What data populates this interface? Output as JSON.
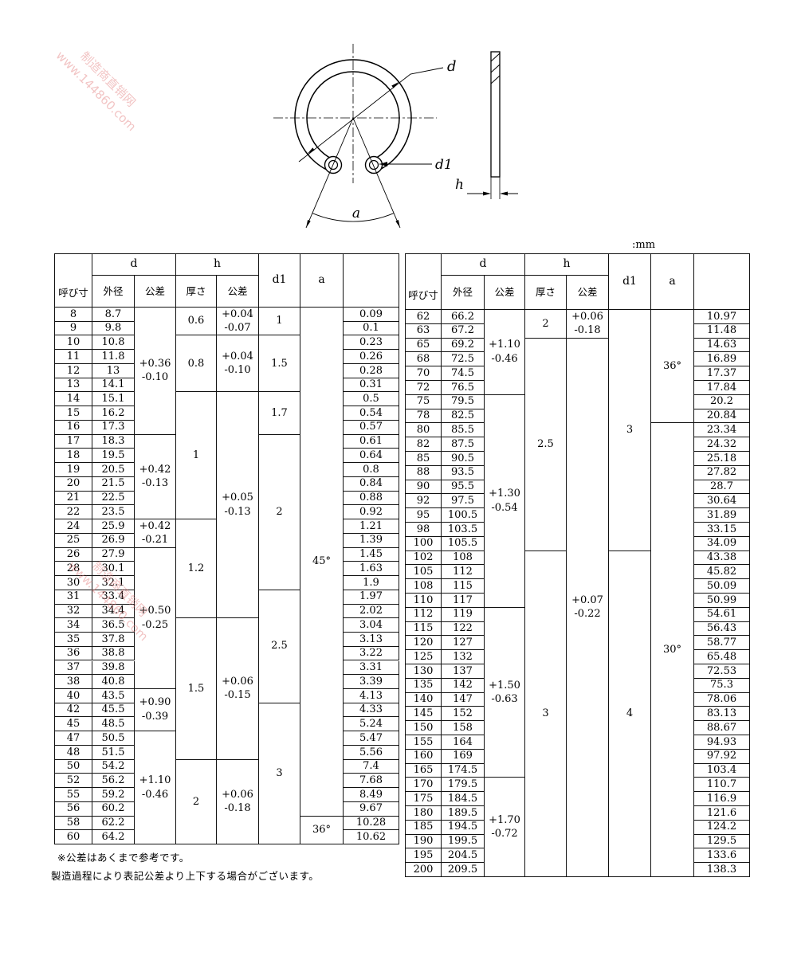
{
  "unit_label": ":mm",
  "footnotes": [
    "※公差はあくまで参考です。",
    "製造過程により表記公差より上下する場合がございます。"
  ],
  "watermark": {
    "line1": "制造商直销网",
    "line2": "www.144860.com"
  },
  "drawing": {
    "labels": {
      "d": "d",
      "d1": "d1",
      "a": "a",
      "h": "h"
    }
  },
  "headers": {
    "nominal": "呼び寸",
    "d": "d",
    "h": "h",
    "od": "外径",
    "tolerance": "公差",
    "thickness": "厚さ",
    "d1": "d1",
    "a": "a",
    "blank": ""
  },
  "tables": [
    {
      "name": "spec-table-left",
      "rows": [
        [
          "8",
          "8.7",
          "0.09"
        ],
        [
          "9",
          "9.8",
          "0.1"
        ],
        [
          "10",
          "10.8",
          "0.23"
        ],
        [
          "11",
          "11.8",
          "0.26"
        ],
        [
          "12",
          "13",
          "0.28"
        ],
        [
          "13",
          "14.1",
          "0.31"
        ],
        [
          "14",
          "15.1",
          "0.5"
        ],
        [
          "15",
          "16.2",
          "0.54"
        ],
        [
          "16",
          "17.3",
          "0.57"
        ],
        [
          "17",
          "18.3",
          "0.61"
        ],
        [
          "18",
          "19.5",
          "0.64"
        ],
        [
          "19",
          "20.5",
          "0.8"
        ],
        [
          "20",
          "21.5",
          "0.84"
        ],
        [
          "21",
          "22.5",
          "0.88"
        ],
        [
          "22",
          "23.5",
          "0.92"
        ],
        [
          "24",
          "25.9",
          "1.21"
        ],
        [
          "25",
          "26.9",
          "1.39"
        ],
        [
          "26",
          "27.9",
          "1.45"
        ],
        [
          "28",
          "30.1",
          "1.63"
        ],
        [
          "30",
          "32.1",
          "1.9"
        ],
        [
          "31",
          "33.4",
          "1.97"
        ],
        [
          "32",
          "34.4",
          "2.02"
        ],
        [
          "34",
          "36.5",
          "3.04"
        ],
        [
          "35",
          "37.8",
          "3.13"
        ],
        [
          "36",
          "38.8",
          "3.22"
        ],
        [
          "37",
          "39.8",
          "3.31"
        ],
        [
          "38",
          "40.8",
          "3.39"
        ],
        [
          "40",
          "43.5",
          "4.13"
        ],
        [
          "42",
          "45.5",
          "4.33"
        ],
        [
          "45",
          "48.5",
          "5.24"
        ],
        [
          "47",
          "50.5",
          "5.47"
        ],
        [
          "48",
          "51.5",
          "5.56"
        ],
        [
          "50",
          "54.2",
          "7.4"
        ],
        [
          "52",
          "56.2",
          "7.68"
        ],
        [
          "55",
          "59.2",
          "8.49"
        ],
        [
          "56",
          "60.2",
          "9.67"
        ],
        [
          "58",
          "62.2",
          "10.28"
        ],
        [
          "60",
          "64.2",
          "10.62"
        ]
      ],
      "d_tolerance": [
        {
          "from": 0,
          "to": 8,
          "text": [
            "+0.36",
            "-0.10"
          ]
        },
        {
          "from": 9,
          "to": 14,
          "text": [
            "+0.42",
            "-0.13"
          ]
        },
        {
          "from": 15,
          "to": 16,
          "text": [
            "+0.42",
            "-0.21"
          ]
        },
        {
          "from": 17,
          "to": 26,
          "text": [
            "+0.50",
            "-0.25"
          ]
        },
        {
          "from": 27,
          "to": 29,
          "text": [
            "+0.90",
            "-0.39"
          ]
        },
        {
          "from": 30,
          "to": 37,
          "text": [
            "+1.10",
            "-0.46"
          ]
        }
      ],
      "thickness": [
        {
          "from": 0,
          "to": 1,
          "text": "0.6"
        },
        {
          "from": 2,
          "to": 5,
          "text": "0.8"
        },
        {
          "from": 6,
          "to": 14,
          "text": "1"
        },
        {
          "from": 15,
          "to": 21,
          "text": "1.2"
        },
        {
          "from": 22,
          "to": 31,
          "text": "1.5"
        },
        {
          "from": 32,
          "to": 37,
          "text": "2"
        }
      ],
      "h_tolerance": [
        {
          "from": 0,
          "to": 1,
          "text": [
            "+0.04",
            "-0.07"
          ]
        },
        {
          "from": 2,
          "to": 5,
          "text": [
            "+0.04",
            "-0.10"
          ]
        },
        {
          "from": 6,
          "to": 21,
          "text": [
            "+0.05",
            "-0.13"
          ]
        },
        {
          "from": 22,
          "to": 31,
          "text": [
            "+0.06",
            "-0.15"
          ]
        },
        {
          "from": 32,
          "to": 37,
          "text": [
            "+0.06",
            "-0.18"
          ]
        }
      ],
      "d1": [
        {
          "from": 0,
          "to": 1,
          "text": "1"
        },
        {
          "from": 2,
          "to": 5,
          "text": "1.5"
        },
        {
          "from": 6,
          "to": 8,
          "text": "1.7"
        },
        {
          "from": 9,
          "to": 19,
          "text": "2"
        },
        {
          "from": 20,
          "to": 27,
          "text": "2.5"
        },
        {
          "from": 28,
          "to": 37,
          "text": "3"
        }
      ],
      "a": [
        {
          "from": 0,
          "to": 35,
          "text": "45°"
        },
        {
          "from": 36,
          "to": 37,
          "text": "36°"
        }
      ]
    },
    {
      "name": "spec-table-right",
      "rows": [
        [
          "62",
          "66.2",
          "10.97"
        ],
        [
          "63",
          "67.2",
          "11.48"
        ],
        [
          "65",
          "69.2",
          "14.63"
        ],
        [
          "68",
          "72.5",
          "16.89"
        ],
        [
          "70",
          "74.5",
          "17.37"
        ],
        [
          "72",
          "76.5",
          "17.84"
        ],
        [
          "75",
          "79.5",
          "20.2"
        ],
        [
          "78",
          "82.5",
          "20.84"
        ],
        [
          "80",
          "85.5",
          "23.34"
        ],
        [
          "82",
          "87.5",
          "24.32"
        ],
        [
          "85",
          "90.5",
          "25.18"
        ],
        [
          "88",
          "93.5",
          "27.82"
        ],
        [
          "90",
          "95.5",
          "28.7"
        ],
        [
          "92",
          "97.5",
          "30.64"
        ],
        [
          "95",
          "100.5",
          "31.89"
        ],
        [
          "98",
          "103.5",
          "33.15"
        ],
        [
          "100",
          "105.5",
          "34.09"
        ],
        [
          "102",
          "108",
          "43.38"
        ],
        [
          "105",
          "112",
          "45.82"
        ],
        [
          "108",
          "115",
          "50.09"
        ],
        [
          "110",
          "117",
          "50.99"
        ],
        [
          "112",
          "119",
          "54.61"
        ],
        [
          "115",
          "122",
          "56.43"
        ],
        [
          "120",
          "127",
          "58.77"
        ],
        [
          "125",
          "132",
          "65.48"
        ],
        [
          "130",
          "137",
          "72.53"
        ],
        [
          "135",
          "142",
          "75.3"
        ],
        [
          "140",
          "147",
          "78.06"
        ],
        [
          "145",
          "152",
          "83.13"
        ],
        [
          "150",
          "158",
          "88.67"
        ],
        [
          "155",
          "164",
          "94.93"
        ],
        [
          "160",
          "169",
          "97.92"
        ],
        [
          "165",
          "174.5",
          "103.4"
        ],
        [
          "170",
          "179.5",
          "110.7"
        ],
        [
          "175",
          "184.5",
          "116.9"
        ],
        [
          "180",
          "189.5",
          "121.6"
        ],
        [
          "185",
          "194.5",
          "124.2"
        ],
        [
          "190",
          "199.5",
          "129.5"
        ],
        [
          "195",
          "204.5",
          "133.6"
        ],
        [
          "200",
          "209.5",
          "138.3"
        ]
      ],
      "d_tolerance": [
        {
          "from": 0,
          "to": 5,
          "text": [
            "+1.10",
            "-0.46"
          ]
        },
        {
          "from": 6,
          "to": 20,
          "text": [
            "+1.30",
            "-0.54"
          ]
        },
        {
          "from": 21,
          "to": 32,
          "text": [
            "+1.50",
            "-0.63"
          ]
        },
        {
          "from": 33,
          "to": 39,
          "text": [
            "+1.70",
            "-0.72"
          ]
        }
      ],
      "thickness": [
        {
          "from": 0,
          "to": 1,
          "text": "2"
        },
        {
          "from": 2,
          "to": 16,
          "text": "2.5"
        },
        {
          "from": 17,
          "to": 39,
          "text": "3"
        }
      ],
      "h_tolerance": [
        {
          "from": 0,
          "to": 1,
          "text": [
            "+0.06",
            "-0.18"
          ]
        },
        {
          "from": 2,
          "to": 39,
          "text": [
            "+0.07",
            "-0.22"
          ]
        }
      ],
      "d1": [
        {
          "from": 0,
          "to": 16,
          "text": "3"
        },
        {
          "from": 17,
          "to": 39,
          "text": "4"
        }
      ],
      "a": [
        {
          "from": 0,
          "to": 7,
          "text": "36°"
        },
        {
          "from": 8,
          "to": 39,
          "text": "30°"
        }
      ]
    }
  ]
}
